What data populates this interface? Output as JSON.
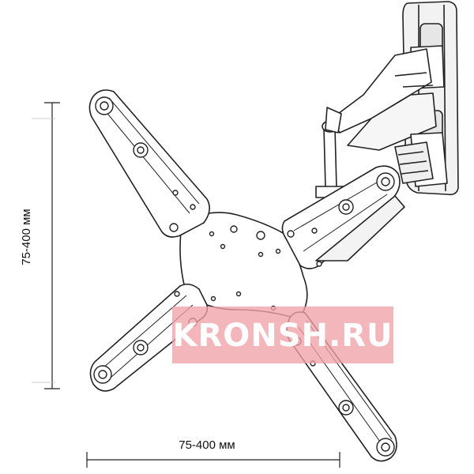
{
  "dimensions": {
    "vertical_label": "75-400 мм",
    "horizontal_label": "75-400 мм"
  },
  "watermark": {
    "text": "KRONSH.RU",
    "background_color": "#f0a2a6",
    "text_color": "#ffffff"
  },
  "colors": {
    "line": "#222222",
    "fill": "#ffffff",
    "shade": "#dddddd"
  }
}
